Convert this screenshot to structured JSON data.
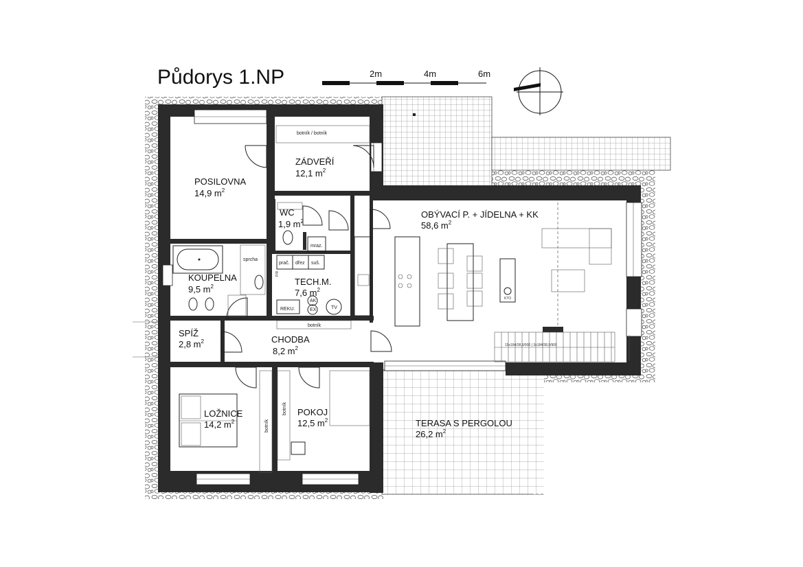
{
  "title": "Půdorys 1.NP",
  "scale": {
    "labels": [
      "2m",
      "4m",
      "6m"
    ]
  },
  "rooms": {
    "posilovna": {
      "name": "POSILOVNA",
      "area": "14,9 m",
      "sup": "2"
    },
    "zadveri": {
      "name": "ZÁDVEŘÍ",
      "area": "12,1 m",
      "sup": "2"
    },
    "wc": {
      "name": "WC",
      "area": "1,9 m",
      "sup": "2"
    },
    "koupelna": {
      "name": "KOUPELNA",
      "area": "9,5 m",
      "sup": "2"
    },
    "tech": {
      "name": "TECH.M.",
      "area": "7,6 m",
      "sup": "2"
    },
    "spiz": {
      "name": "SPÍŽ",
      "area": "2,8 m",
      "sup": "2"
    },
    "chodba": {
      "name": "CHODBA",
      "area": "8,2 m",
      "sup": "2"
    },
    "obyvaci": {
      "name": "OBÝVACÍ P. + JÍDELNA + KK",
      "area": "58,6 m",
      "sup": "2"
    },
    "loznice": {
      "name": "LOŽNICE",
      "area": "14,2 m",
      "sup": "2"
    },
    "pokoj": {
      "name": "POKOJ",
      "area": "12,5 m",
      "sup": "2"
    },
    "terasa": {
      "name": "TERASA S  PERGOLOU",
      "area": "26,2 m",
      "sup": "2"
    }
  },
  "labels": {
    "botnik_zadveri": "botník / botník",
    "botnik_chodba": "botník",
    "botnik_loznice": "botník",
    "botnik_pokoj": "botník",
    "sprcha": "sprcha",
    "mraz": "mraz.",
    "prac": "prač.",
    "drz": "dřez",
    "sus": "suš.",
    "rek": "REKU.",
    "ak": "AK",
    "ex": "EX",
    "tv": "TV",
    "kto": "KTO",
    "pr": "P/R",
    "stairs": "15x184/38,9/900 | 3x184/38,9/900"
  }
}
